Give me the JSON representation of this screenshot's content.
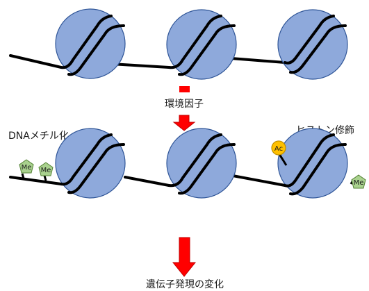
{
  "labels": {
    "environmental_factor": "環境因子",
    "dna_methylation": "DNAメチル化",
    "histone_modification": "ヒストン修飾",
    "gene_expression_change": "遺伝子発現の変化"
  },
  "marks": {
    "methyl": "Me",
    "acetyl": "Ac"
  },
  "colors": {
    "nucleosome_fill": "#8EA9DB",
    "nucleosome_stroke": "#2F5597",
    "dna": "#000000",
    "arrow": "#FF0000",
    "arrow_stroke": "#C00000",
    "methyl_fill": "#A9D18E",
    "methyl_stroke": "#548235",
    "acetyl_fill": "#FFC000",
    "acetyl_stroke": "#BF8F00"
  }
}
